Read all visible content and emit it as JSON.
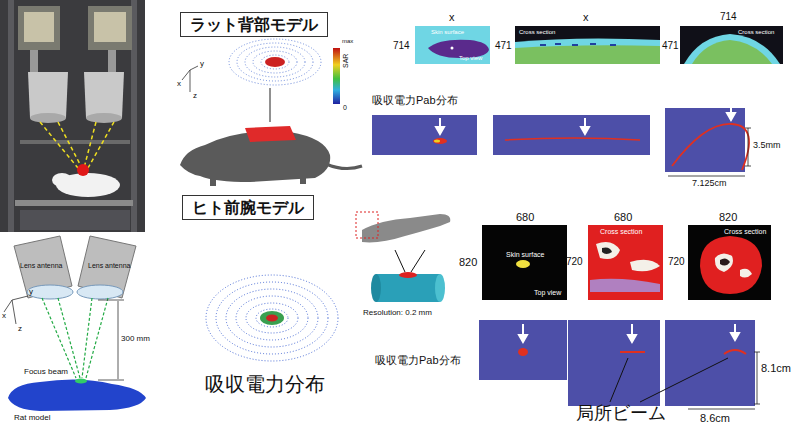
{
  "diagram": {
    "nodes": [
      {
        "text": [
          "ラット背部モデル"
        ]
      },
      {
        "text": [
          "Skin surface",
          "Top view"
        ]
      },
      {
        "text": [
          "Cross section"
        ]
      },
      {
        "text": [
          "Cross section"
        ]
      },
      {
        "text": [
          "ヒト前腕モデル"
        ]
      },
      {
        "text": [
          "Skin surface",
          "Top view"
        ]
      },
      {
        "text": [
          "Cross section"
        ]
      },
      {
        "text": [
          "Cross section"
        ]
      }
    ],
    "labels": [
      "SAR",
      "max",
      "0",
      "Lens antenna",
      "Lens antenna",
      "Focus beam",
      "300 mm",
      "Rat model",
      "x",
      "y",
      "z",
      "x",
      "y",
      "z",
      "x",
      "x",
      "714",
      "714",
      "471",
      "471",
      "吸収電力Pab分布",
      "3.5mm",
      "7.125cm",
      "Resolution: 0.2 mm",
      "680",
      "680",
      "820",
      "820",
      "720",
      "720",
      "吸収電力分布",
      "吸収電力Pab分布",
      "8.1cm",
      "8.6cm",
      "局所ビーム"
    ]
  }
}
